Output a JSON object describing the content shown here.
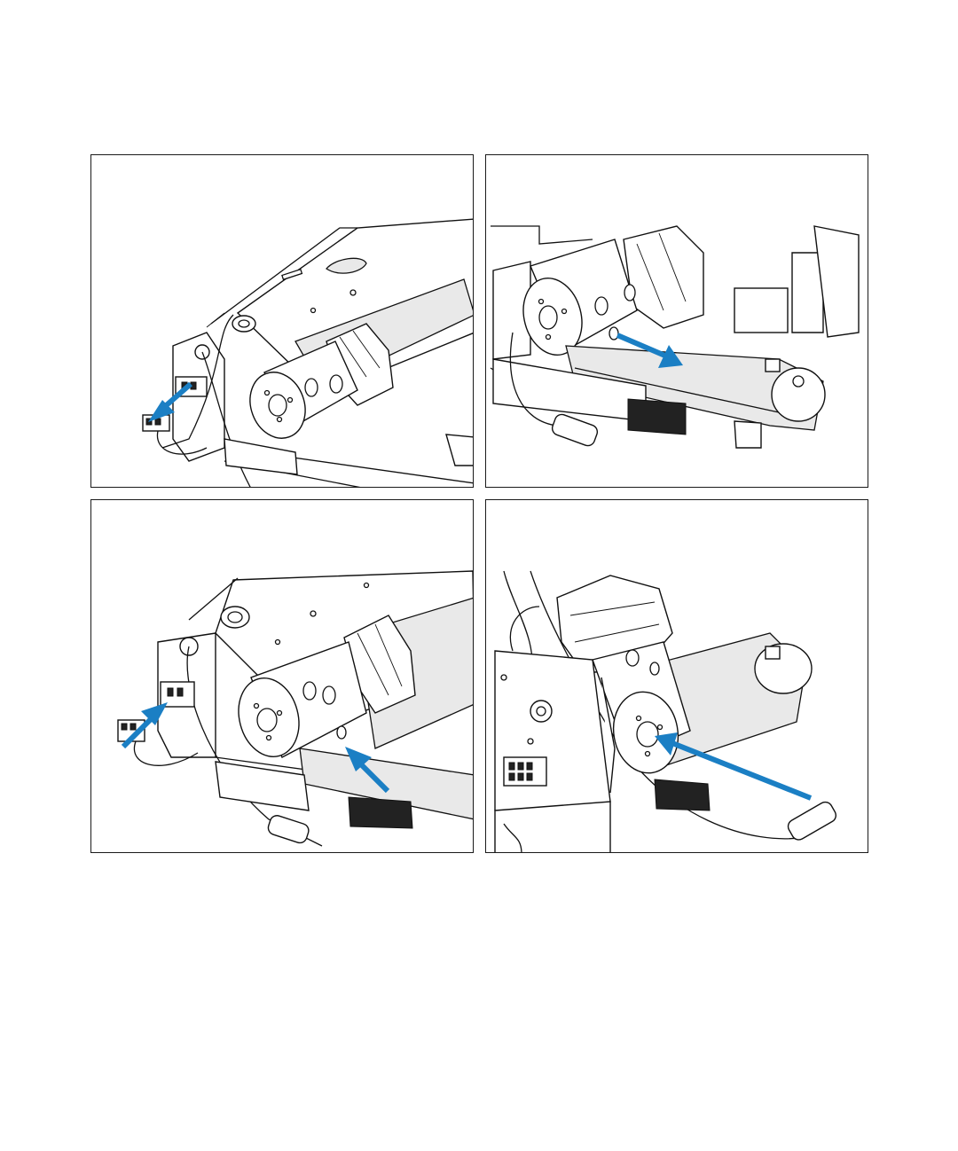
{
  "colors": {
    "arrow": "#1b7fc4",
    "line": "#111111",
    "frame": "#1a1a1a",
    "paper": "#ffffff"
  },
  "panels": [
    {
      "id": "panel-1",
      "arrow": "pull-connector-out"
    },
    {
      "id": "panel-2",
      "arrow": "slide-along-arm"
    },
    {
      "id": "panel-3",
      "arrow": "push-in-connector-and-screw"
    },
    {
      "id": "panel-4",
      "arrow": "insert-into-valve-port"
    }
  ]
}
